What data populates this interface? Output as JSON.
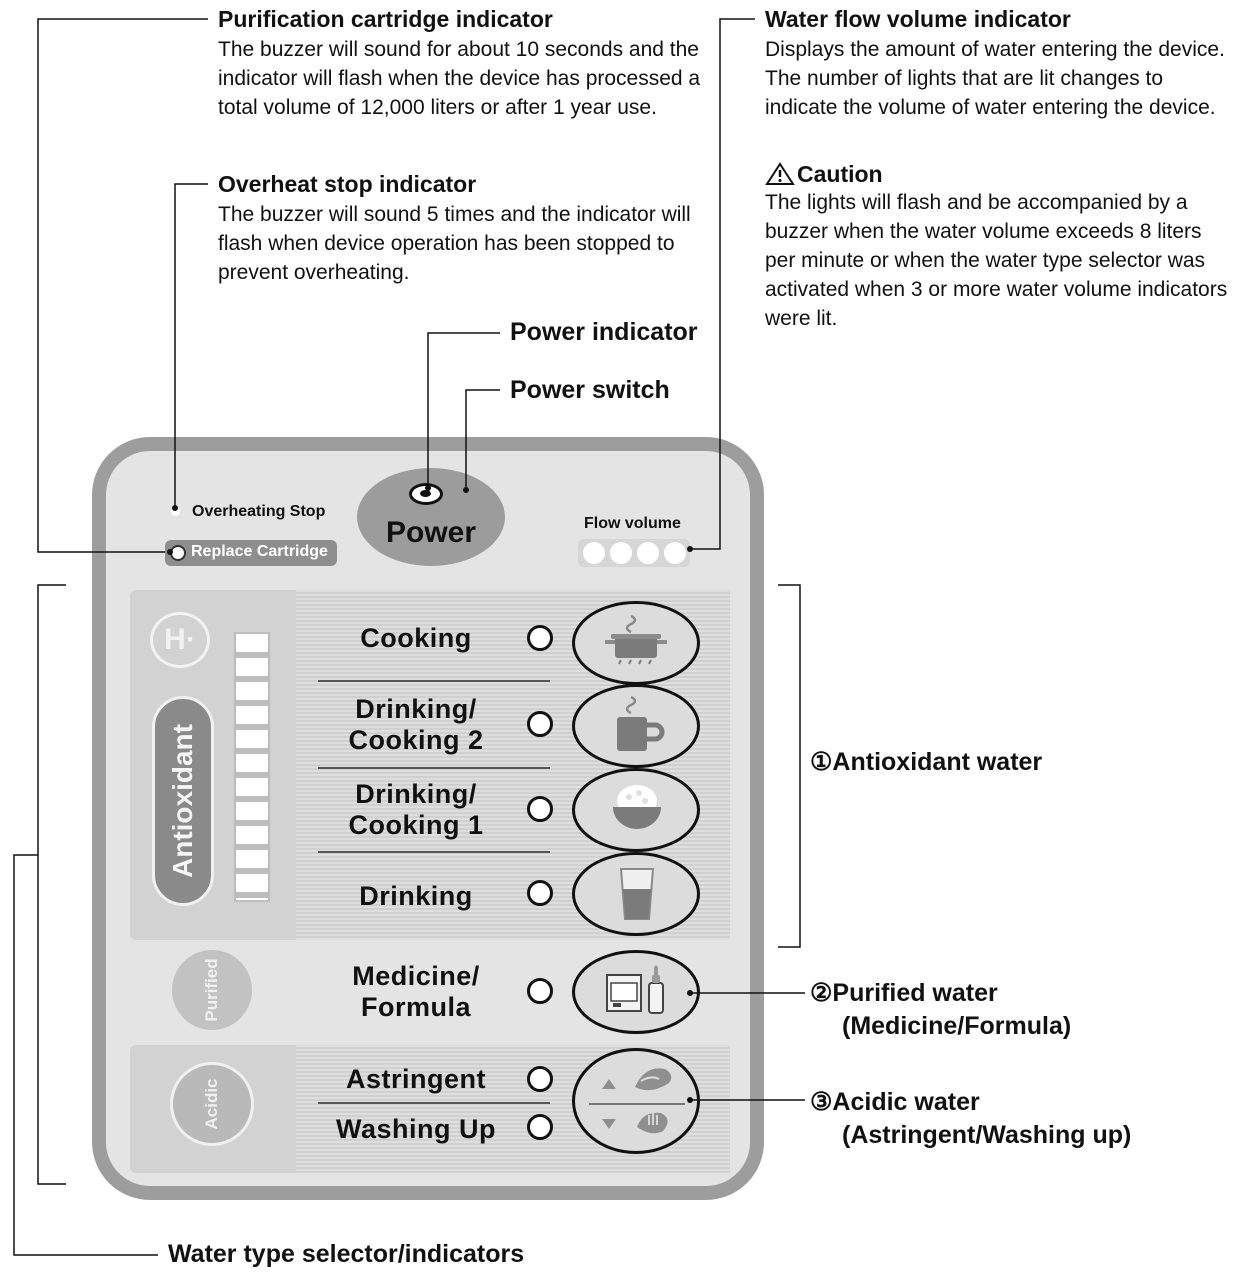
{
  "callouts": {
    "purification": {
      "title": "Purification cartridge indicator",
      "text": "The buzzer will sound for about 10 seconds and the indicator will flash when the device has processed a total volume of 12,000 liters or after 1 year use."
    },
    "overheat": {
      "title": "Overheat stop indicator",
      "text": "The buzzer will sound 5 times and the indicator will flash when device operation has been stopped to prevent overheating."
    },
    "flow": {
      "title": "Water flow volume indicator",
      "text": "Displays the amount of water entering the device. The number of lights that are lit changes to indicate the volume of water entering the device.",
      "caution_title": "Caution",
      "caution_text": "The lights will flash and be accompanied by a buzzer when the water volume exceeds 8 liters per minute or when the water type selector was activated when 3 or more water volume indicators were lit."
    },
    "power_indicator": "Power indicator",
    "power_switch": "Power switch",
    "antioxidant": "Antioxidant water",
    "purified": "Purified water",
    "purified_sub": "(Medicine/Formula)",
    "acidic": "Acidic water",
    "acidic_sub": "(Astringent/Washing up)",
    "selector": "Water type selector/indicators",
    "num1": "①",
    "num2": "②",
    "num3": "③"
  },
  "panel": {
    "overheating_stop": "Overheating Stop",
    "replace_cartridge": "Replace Cartridge",
    "power": "Power",
    "flow_volume": "Flow volume",
    "hydrogen": "H·",
    "antioxidant": "Antioxidant",
    "purified": "Purified",
    "acidic": "Acidic",
    "buttons": {
      "cooking": "Cooking",
      "drinking_cooking2_a": "Drinking/",
      "drinking_cooking2_b": "Cooking 2",
      "drinking_cooking1_a": "Drinking/",
      "drinking_cooking1_b": "Cooking 1",
      "drinking": "Drinking",
      "medicine_a": "Medicine/",
      "medicine_b": "Formula",
      "astringent": "Astringent",
      "washing_up": "Washing Up"
    }
  },
  "icons": [
    "warning-triangle-icon",
    "pot-icon",
    "mug-icon",
    "rice-bowl-icon",
    "glass-icon",
    "medicine-bottle-icon",
    "hands-icon"
  ]
}
